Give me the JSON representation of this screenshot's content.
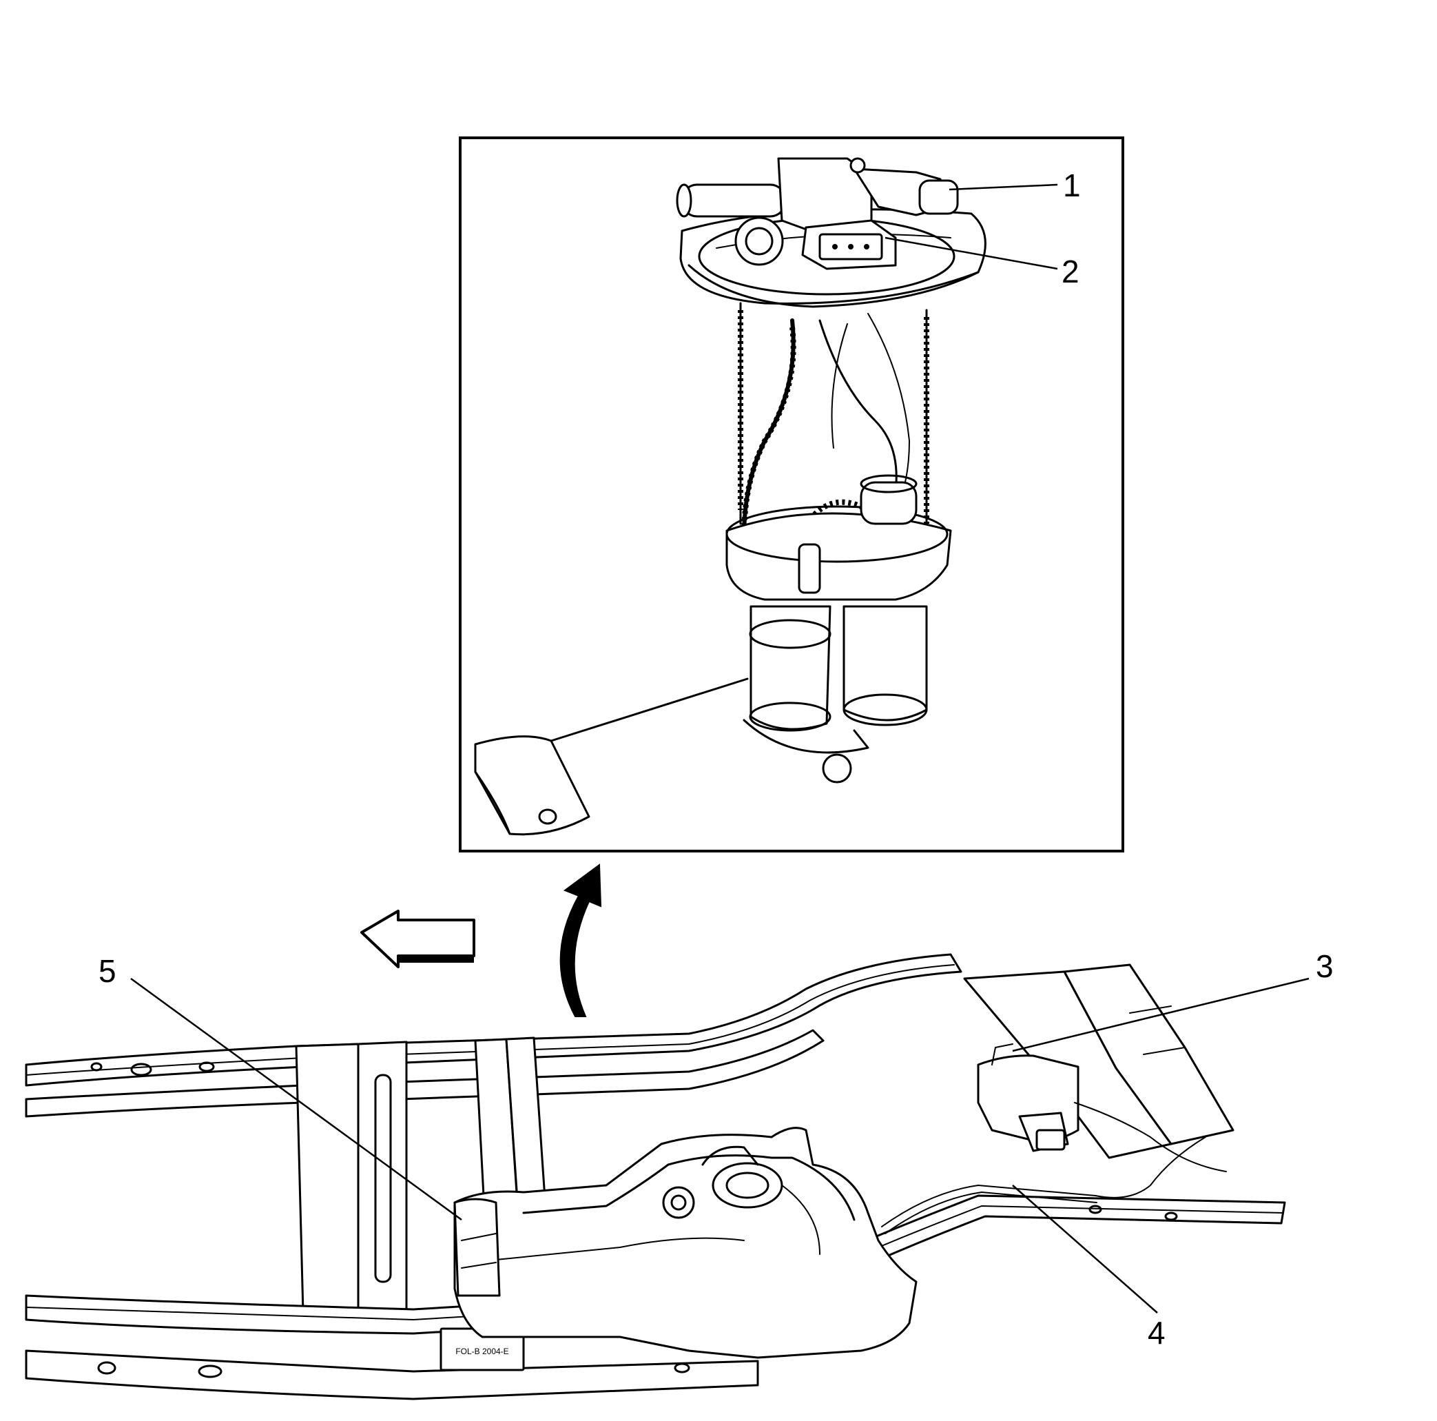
{
  "callouts": [
    {
      "id": "1",
      "label": "1"
    },
    {
      "id": "2",
      "label": "2"
    },
    {
      "id": "3",
      "label": "3"
    },
    {
      "id": "4",
      "label": "4"
    },
    {
      "id": "5",
      "label": "5"
    }
  ],
  "frame_label": "FOL-B 2004-E",
  "icons": {
    "direction_arrow": "forward-direction-arrow-icon",
    "detail_arrow": "curved-detail-arrow-icon"
  },
  "colors": {
    "line": "#000000",
    "background": "#ffffff"
  }
}
